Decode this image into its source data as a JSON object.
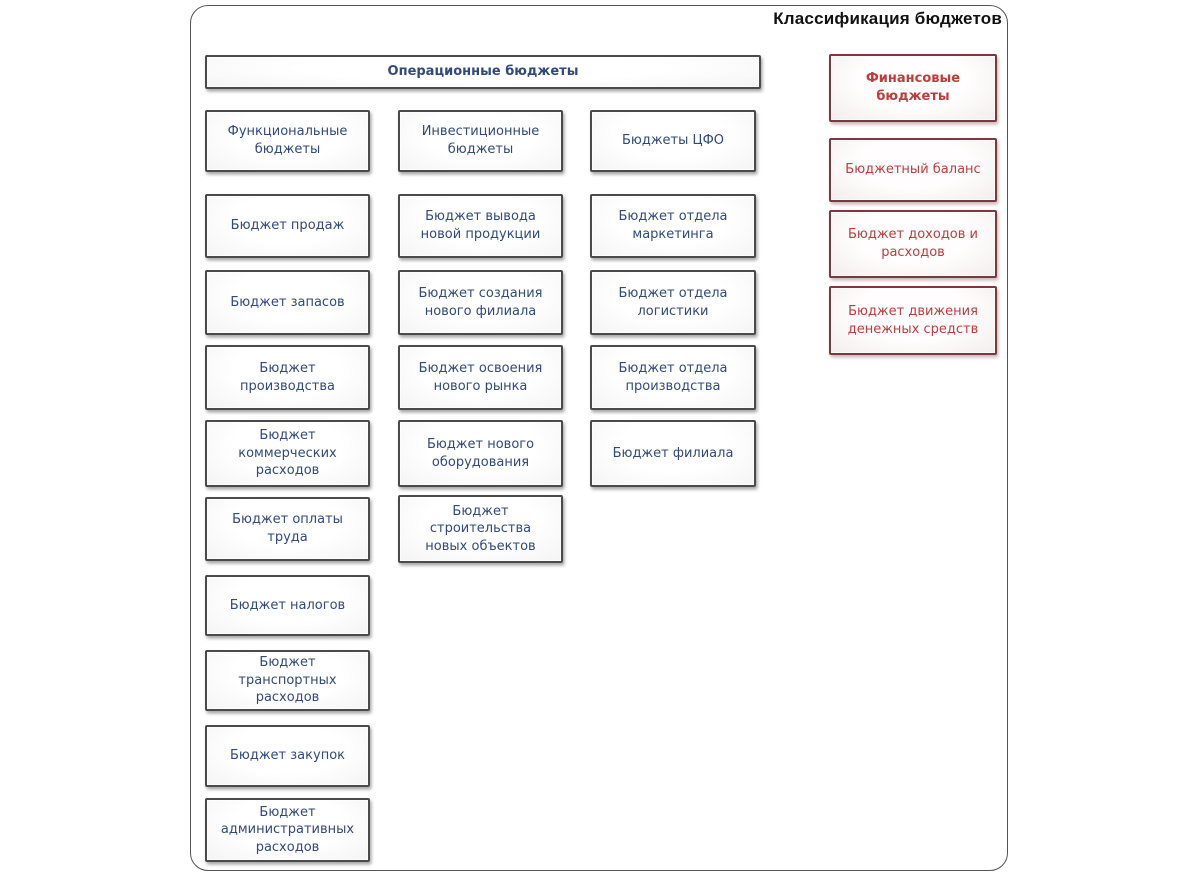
{
  "title": "Классификация бюджетов",
  "colors": {
    "box_text_blue": "#31497E",
    "box_text_red": "#C13B3B",
    "box_border_gray": "#4A4A4A",
    "box_border_red": "#7C383E",
    "box_fill_light": "#F3F3F3"
  },
  "operational": {
    "header": "Операционные бюджеты"
  },
  "functional": {
    "header": "Функциональные бюджеты",
    "items": [
      "Бюджет продаж",
      "Бюджет запасов",
      "Бюджет производства",
      "Бюджет коммерческих расходов",
      "Бюджет оплаты труда",
      "Бюджет налогов",
      "Бюджет транспортных расходов",
      "Бюджет закупок",
      "Бюджет административных расходов"
    ]
  },
  "investment": {
    "header": "Инвестиционные бюджеты",
    "items": [
      "Бюджет вывода новой продукции",
      "Бюджет создания нового филиала",
      "Бюджет освоения нового рынка",
      "Бюджет нового оборудования",
      "Бюджет строительства новых объектов"
    ]
  },
  "cfo": {
    "header": "Бюджеты ЦФО",
    "items": [
      "Бюджет отдела маркетинга",
      "Бюджет отдела логистики",
      "Бюджет отдела производства",
      "Бюджет филиала"
    ]
  },
  "financial": {
    "header": "Финансовые бюджеты",
    "items": [
      "Бюджетный баланс",
      "Бюджет доходов и расходов",
      "Бюджет движения денежных средств"
    ]
  }
}
